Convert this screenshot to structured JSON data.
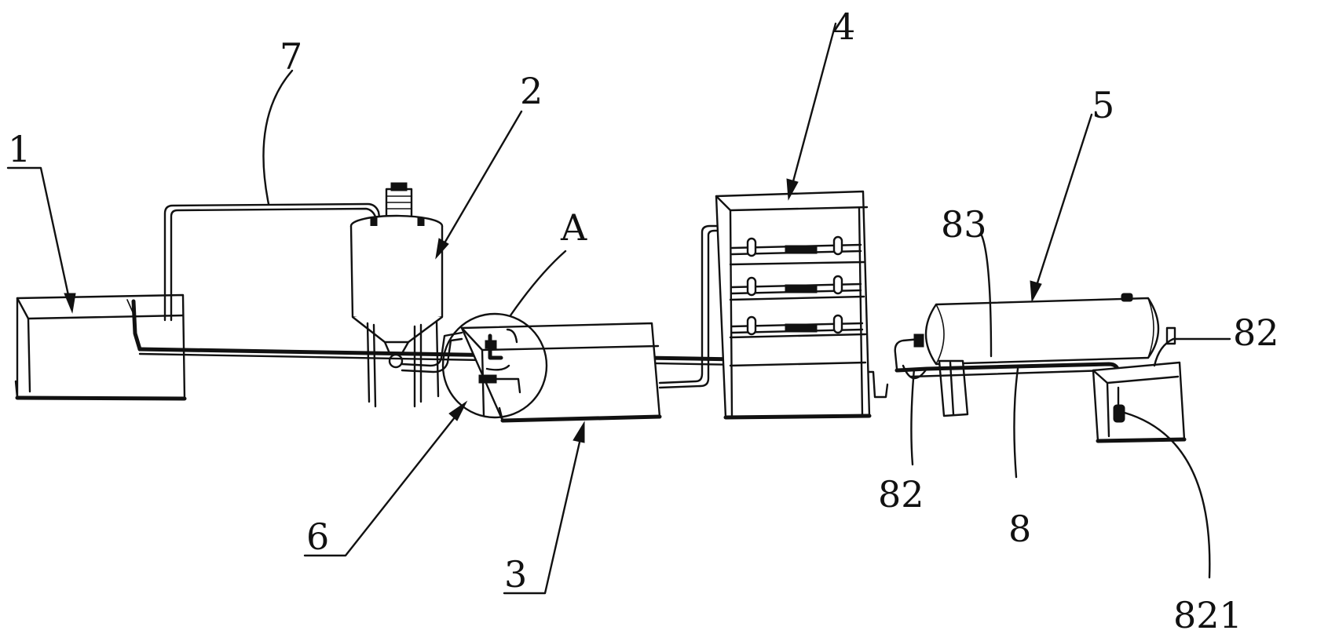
{
  "labels": {
    "tank_1": "1",
    "mixer_2": "2",
    "tank_3": "3",
    "cabinet_4": "4",
    "vessel_5": "5",
    "detail_6": "6",
    "pipe_7": "7",
    "pipe_8": "8",
    "detail_a": "A",
    "part_83": "83",
    "part_82_right": "82",
    "part_82_bottom": "82",
    "part_821": "821"
  },
  "colors": {
    "line": "#111111",
    "background": "#ffffff"
  }
}
